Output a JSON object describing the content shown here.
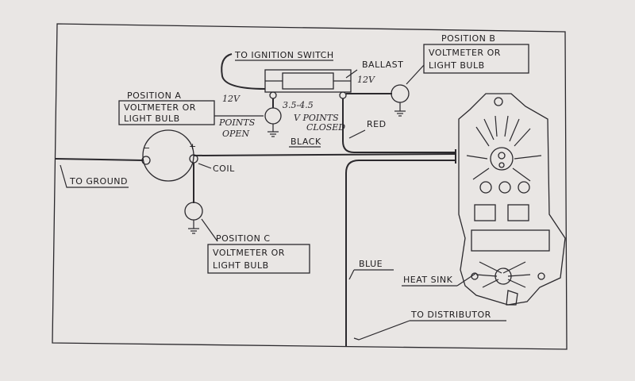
{
  "labels": {
    "to_ignition_switch": "TO IGNITION SWITCH",
    "ballast": "BALLAST",
    "position_b": "POSITION B",
    "position_a": "POSITION A",
    "position_c": "POSITION C",
    "voltmeter_or": "VOLTMETER OR",
    "light_bulb": "LIGHT BULB",
    "red": "RED",
    "black": "BLACK",
    "coil": "COIL",
    "to_ground": "TO GROUND",
    "blue": "BLUE",
    "heat_sink": "HEAT SINK",
    "to_distributor": "TO DISTRIBUTOR",
    "minus": "−",
    "plus": "+"
  },
  "handwritten": {
    "v12_ballast": "12V",
    "v12_a": "12V",
    "points_open_1": "POINTS",
    "points_open_2": "OPEN",
    "range": "3.5-4.5",
    "points_closed_1": "V POINTS",
    "points_closed_2": "CLOSED"
  }
}
